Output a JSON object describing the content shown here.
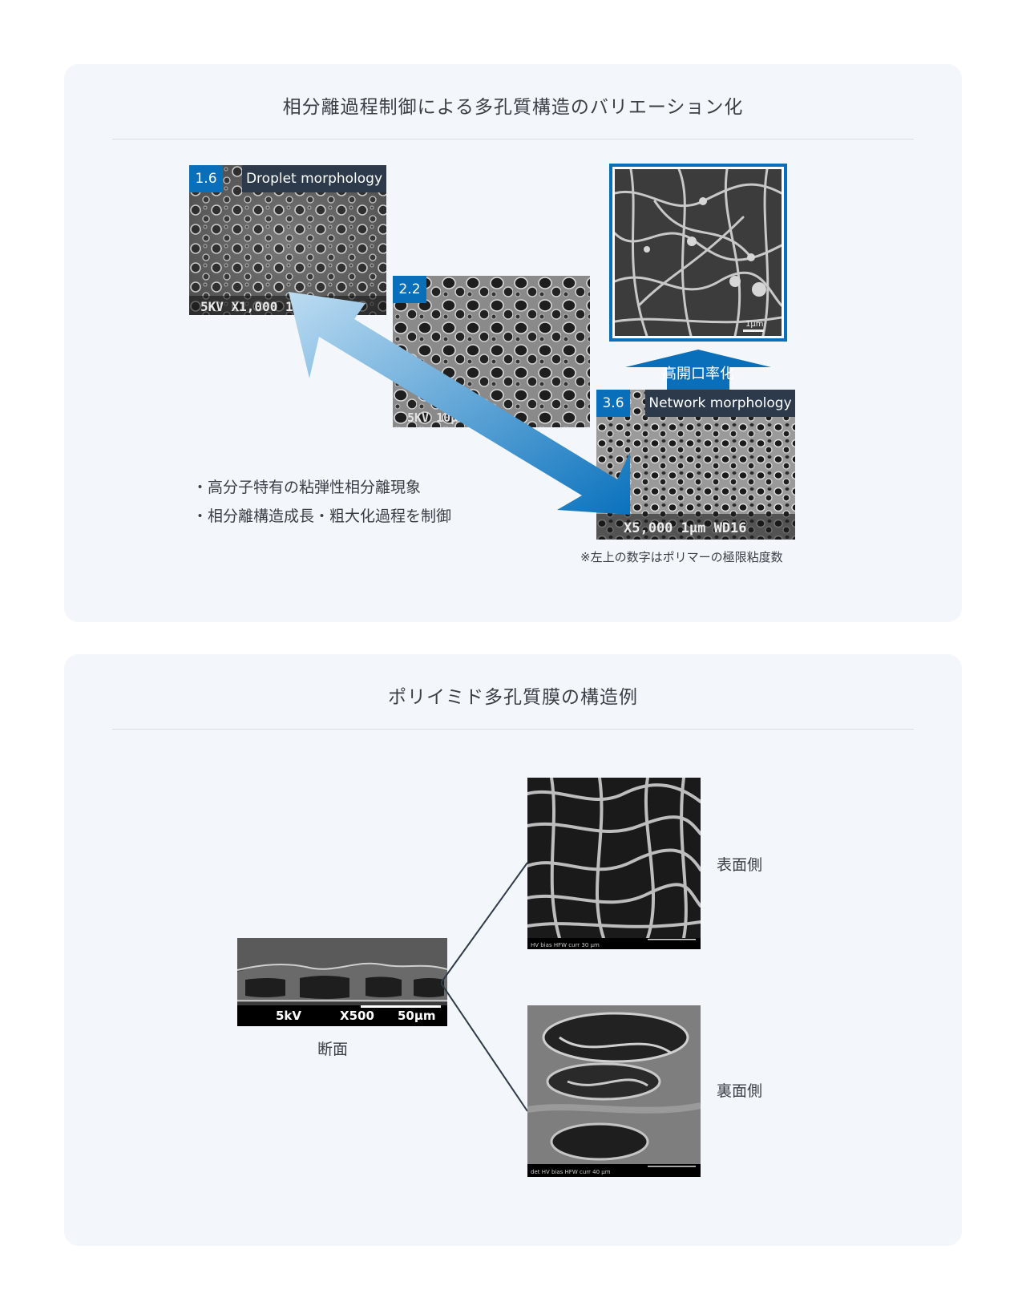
{
  "panel1": {
    "title": "相分離過程制御による多孔質構造のバリエーション化",
    "samples": [
      {
        "viscosity": "1.6",
        "label": "Droplet morphology"
      },
      {
        "viscosity": "2.2"
      },
      {
        "viscosity": "3.6",
        "label": "Network morphology"
      }
    ],
    "sem_text": {
      "s1": "5KV   X1,000   10μm",
      "s2": "5KV           10μm",
      "s3": "X5,000   1μm  WD16",
      "high": "1μm"
    },
    "arrow_label": "高開口率化",
    "bullets": [
      "・高分子特有の粘弾性相分離現象",
      "・相分離構造成長・粗大化過程を制御"
    ],
    "note": "※左上の数字はポリマーの極限粘度数"
  },
  "panel2": {
    "title": "ポリイミド多孔質膜の構造例",
    "cross_section": {
      "kv": "5kV",
      "mag": "X500",
      "scale": "50μm",
      "label": "断面"
    },
    "surface_label": "表面側",
    "back_label": "裏面側",
    "surface_caption": "HV  bias  HFW  curr        30 μm",
    "back_caption": "det  HV  bias  HFW  curr        40 μm"
  },
  "colors": {
    "accent": "#0a6fba",
    "dark_label": "#2d3a4c",
    "panel_bg": "#f3f6fa"
  }
}
